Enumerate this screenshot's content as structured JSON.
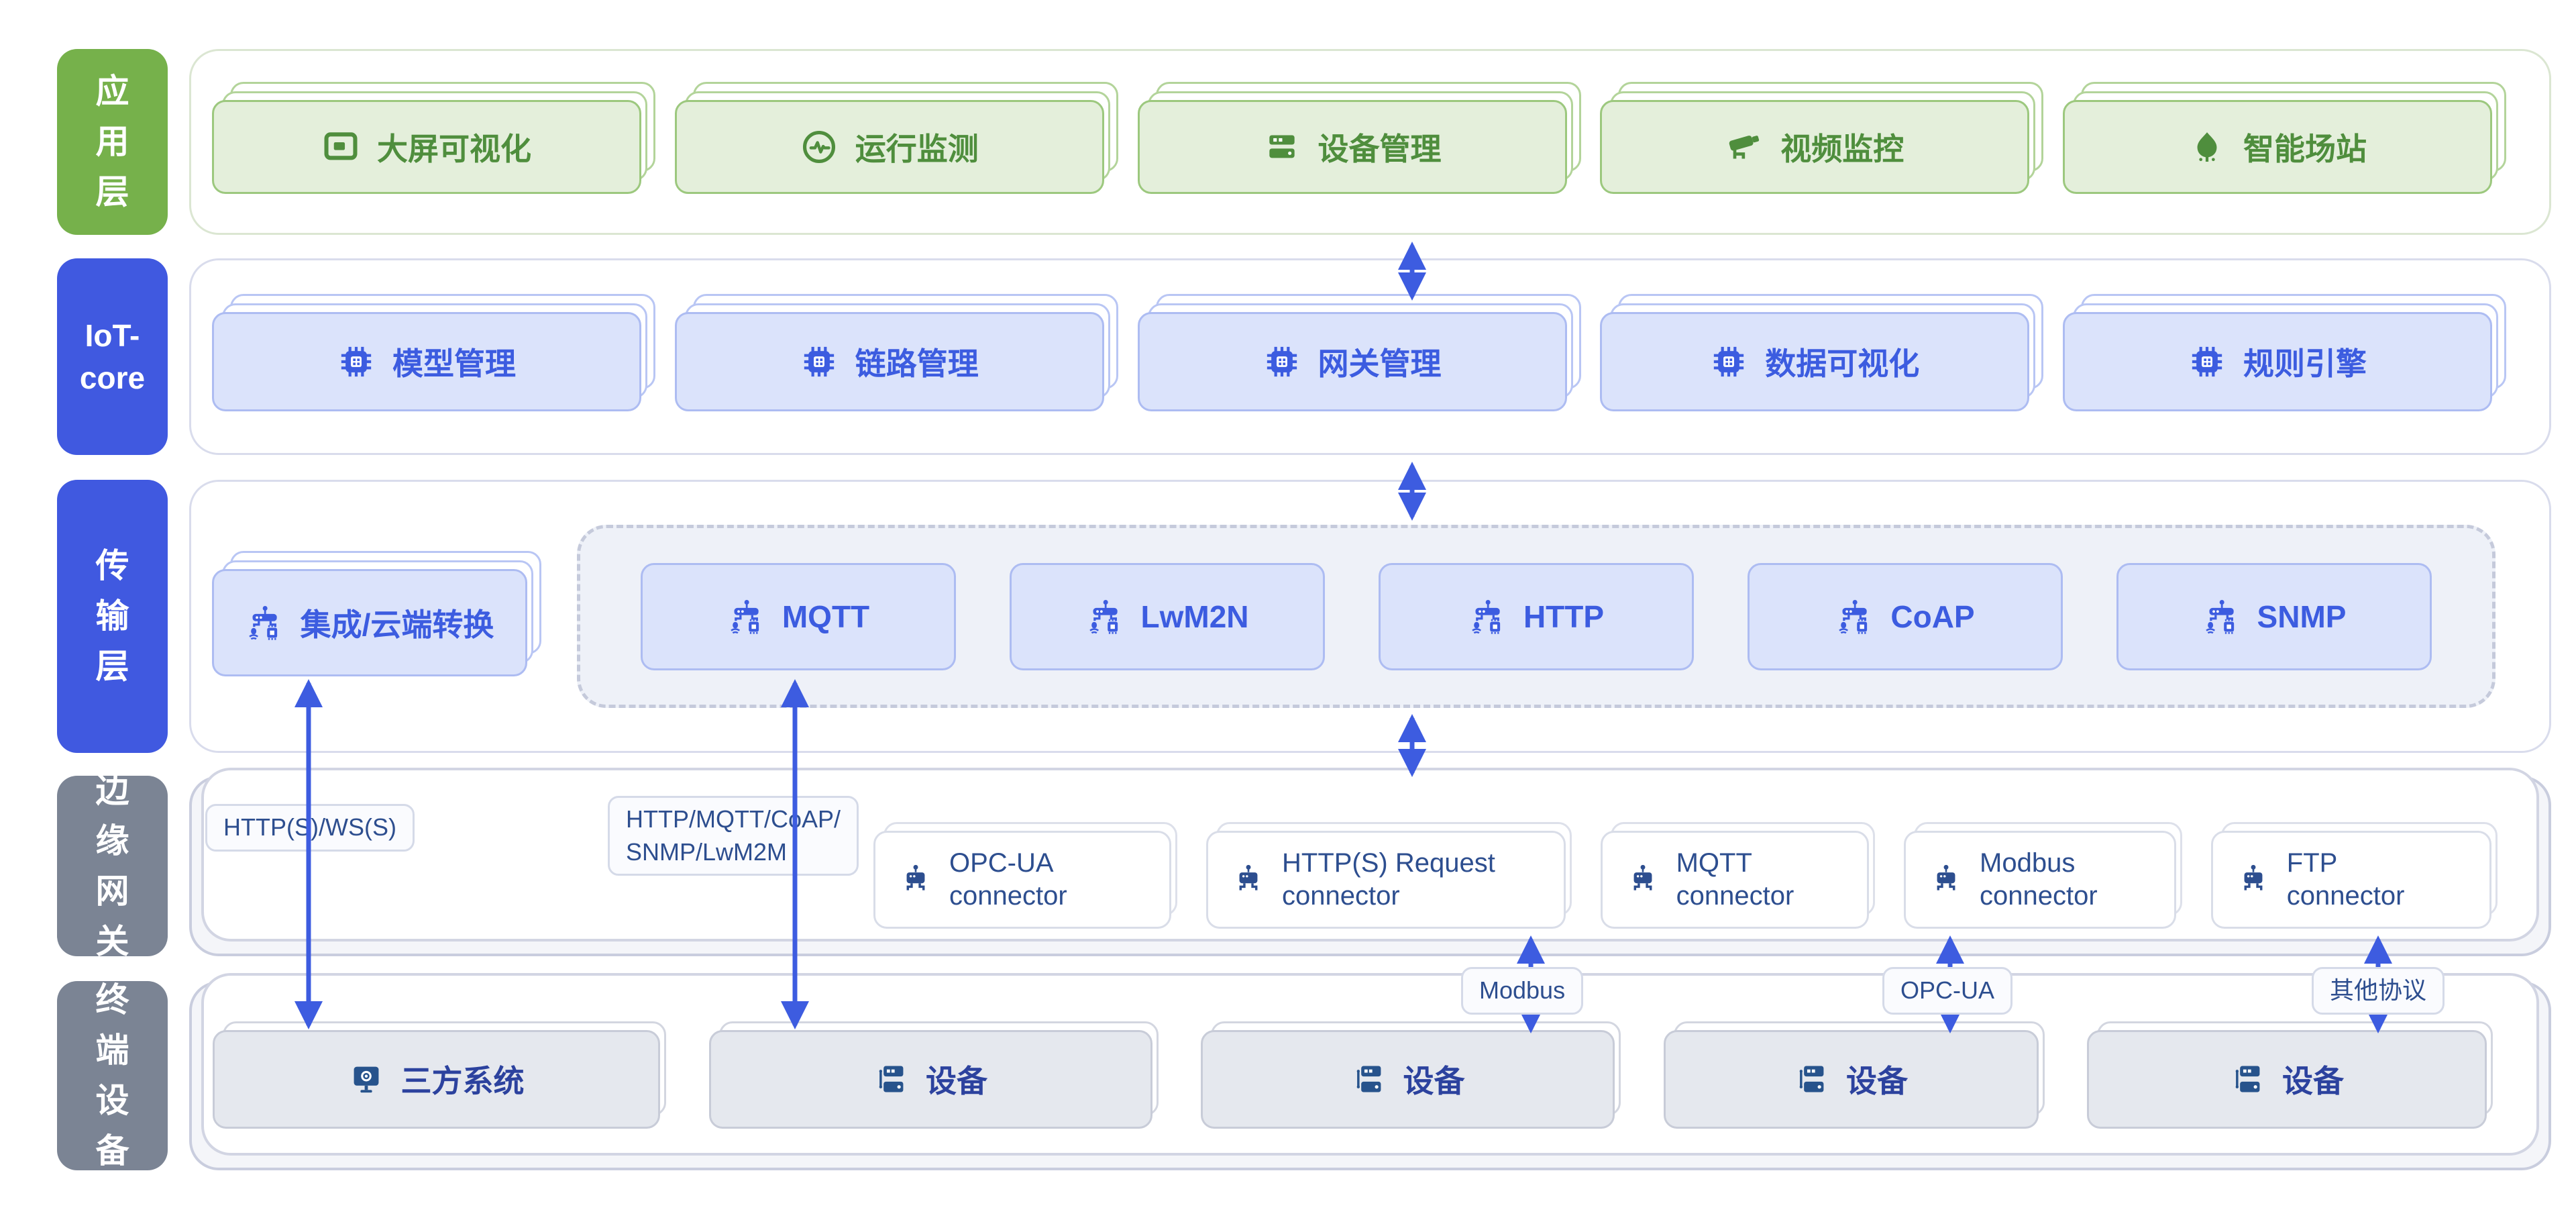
{
  "app_layer": {
    "label": "应\n用\n层",
    "cards": [
      {
        "icon": "screen-icon",
        "label": "大屏可视化"
      },
      {
        "icon": "pulse-icon",
        "label": "运行监测"
      },
      {
        "icon": "server-icon",
        "label": "设备管理"
      },
      {
        "icon": "camera-icon",
        "label": "视频监控"
      },
      {
        "icon": "tree-icon",
        "label": "智能场站"
      }
    ]
  },
  "iot_core_layer": {
    "label": "IoT-\ncore",
    "cards": [
      {
        "icon": "chip-icon",
        "label": "模型管理"
      },
      {
        "icon": "chip-icon",
        "label": "链路管理"
      },
      {
        "icon": "chip-icon",
        "label": "网关管理"
      },
      {
        "icon": "chip-icon",
        "label": "数据可视化"
      },
      {
        "icon": "chip-icon",
        "label": "规则引擎"
      }
    ]
  },
  "transport_layer": {
    "label": "传\n输\n层",
    "integration_card": {
      "icon": "gateway-device-icon",
      "label": "集成/云端转换"
    },
    "protocol_cards": [
      {
        "icon": "gateway-device-icon",
        "label": "MQTT"
      },
      {
        "icon": "gateway-device-icon",
        "label": "LwM2N"
      },
      {
        "icon": "gateway-device-icon",
        "label": "HTTP"
      },
      {
        "icon": "gateway-device-icon",
        "label": "CoAP"
      },
      {
        "icon": "gateway-device-icon",
        "label": "SNMP"
      }
    ]
  },
  "edge_gateway_layer": {
    "label": "边\n缘\n网\n关",
    "link_tags": {
      "left": "HTTP(S)/WS(S)",
      "middle": "HTTP/MQTT/CoAP/\nSNMP/LwM2M"
    },
    "connectors": [
      {
        "icon": "connector-plug-icon",
        "line1": "OPC-UA",
        "line2": "connector"
      },
      {
        "icon": "connector-plug-icon",
        "line1": "HTTP(S) Request",
        "line2": "connector"
      },
      {
        "icon": "connector-plug-icon",
        "line1": "MQTT",
        "line2": "connector"
      },
      {
        "icon": "connector-plug-icon",
        "line1": "Modbus",
        "line2": "connector"
      },
      {
        "icon": "connector-plug-icon",
        "line1": "FTP",
        "line2": "connector"
      }
    ]
  },
  "terminal_layer": {
    "label": "终\n端\n设\n备",
    "cards": [
      {
        "icon": "system-icon",
        "label": "三方系统"
      },
      {
        "icon": "device-server-icon",
        "label": "设备"
      },
      {
        "icon": "device-server-icon",
        "label": "设备"
      },
      {
        "icon": "device-server-icon",
        "label": "设备"
      },
      {
        "icon": "device-server-icon",
        "label": "设备"
      }
    ]
  },
  "flow_tags": {
    "modbus": "Modbus",
    "opc_ua": "OPC-UA",
    "other": "其他协议"
  },
  "colors": {
    "app_green": "#76b14b",
    "green_text": "#4f8e3d",
    "core_blue": "#4059e0",
    "blue_text": "#3c5ce0",
    "layer_gray": "#7b8494",
    "navy_text": "#2d4e8f",
    "device_text": "#2c429e",
    "arrow_blue": "#3d5ce0"
  }
}
